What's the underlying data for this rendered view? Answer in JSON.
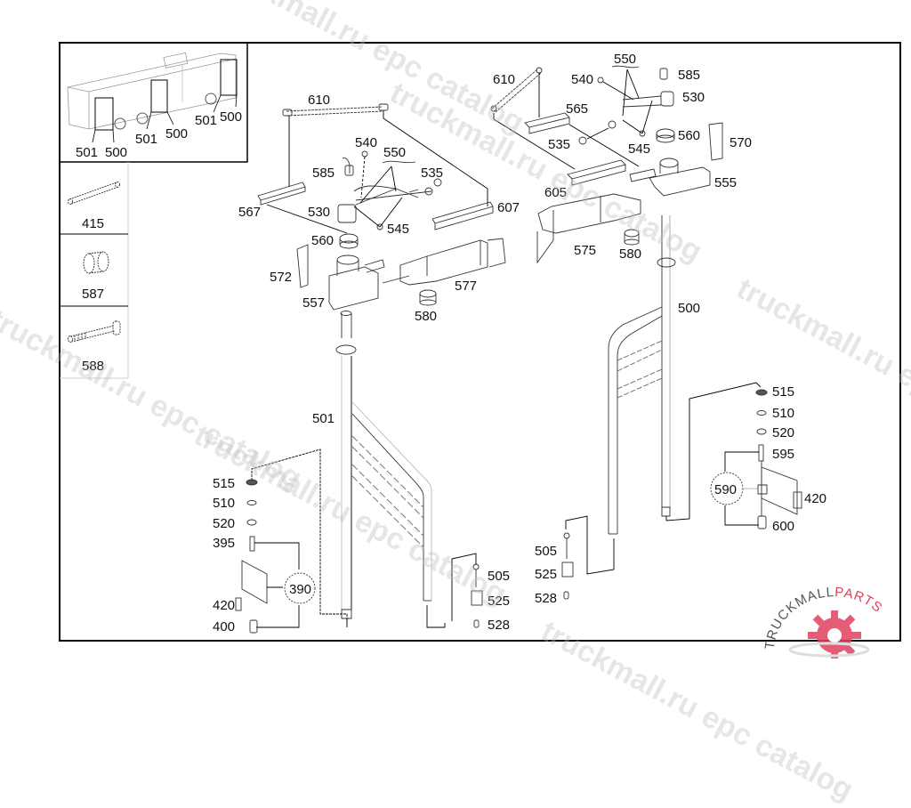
{
  "diagram": {
    "title": "Door stanchion / handrail assembly – exploded parts view",
    "inset_bus": {
      "callouts": [
        "501",
        "500",
        "501",
        "500",
        "501",
        "500"
      ]
    },
    "side_parts": [
      {
        "number": "415",
        "icon": "pin-icon"
      },
      {
        "number": "587",
        "icon": "bushing-icon"
      },
      {
        "number": "588",
        "icon": "bolt-icon"
      }
    ],
    "left_assembly_labels": {
      "l610": "610",
      "l540": "540",
      "l550": "550",
      "l585": "585",
      "l535": "535",
      "l567": "567",
      "l530": "530",
      "l545": "545",
      "l607": "607",
      "l560": "560",
      "l572": "572",
      "l557": "557",
      "l577": "577",
      "l580": "580",
      "l501": "501"
    },
    "right_assembly_labels": {
      "l610": "610",
      "l550": "550",
      "l585": "585",
      "l540": "540",
      "l530": "530",
      "l565": "565",
      "l535": "535",
      "l545": "545",
      "l560": "560",
      "l570": "570",
      "l605": "605",
      "l555": "555",
      "l575": "575",
      "l580": "580",
      "l500": "500"
    },
    "left_bottom_labels": {
      "l515": "515",
      "l510": "510",
      "l520": "520",
      "l395": "395",
      "l390": "390",
      "l420": "420",
      "l400": "400"
    },
    "mid_bottom_labels": {
      "a505": "505",
      "a525": "525",
      "a528": "528",
      "b505": "505",
      "b525": "525",
      "b528": "528"
    },
    "right_bottom_labels": {
      "l515": "515",
      "l510": "510",
      "l520": "520",
      "l595": "595",
      "l590": "590",
      "l420": "420",
      "l600": "600"
    }
  },
  "watermark": {
    "text": "truckmall.ru epc catalog"
  },
  "brand": {
    "word1": "TRUCKMALL",
    "word2": "PARTS",
    "accent": "#e0405e"
  }
}
